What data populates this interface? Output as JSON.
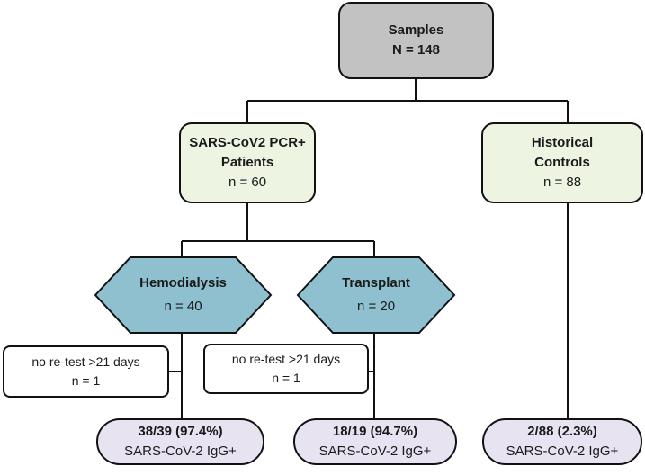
{
  "root": {
    "title": "Samples",
    "count": "N = 148"
  },
  "pcr": {
    "line1": "SARS-CoV2 PCR+",
    "line2": "Patients",
    "count": "n = 60"
  },
  "controls": {
    "line1": "Historical",
    "line2": "Controls",
    "count": "n = 88"
  },
  "hemodialysis": {
    "title": "Hemodialysis",
    "count": "n = 40"
  },
  "transplant": {
    "title": "Transplant",
    "count": "n = 20"
  },
  "exclusion_left": {
    "text": "no re-test >21 days",
    "count": "n = 1"
  },
  "exclusion_mid": {
    "text": "no re-test >21 days",
    "count": "n = 1"
  },
  "result_hemo": {
    "value": "38/39 (97.4%)",
    "label": "SARS-CoV-2 IgG+"
  },
  "result_transplant": {
    "value": "18/19 (94.7%)",
    "label": "SARS-CoV-2 IgG+"
  },
  "result_controls": {
    "value": "2/88 (2.3%)",
    "label": "SARS-CoV-2 IgG+"
  },
  "colors": {
    "root_fill": "#c2c2c2",
    "group_fill": "#eef4e2",
    "hexagon_fill": "#8fc0cf",
    "result_fill": "#e7e3f1",
    "line": "#111111"
  }
}
